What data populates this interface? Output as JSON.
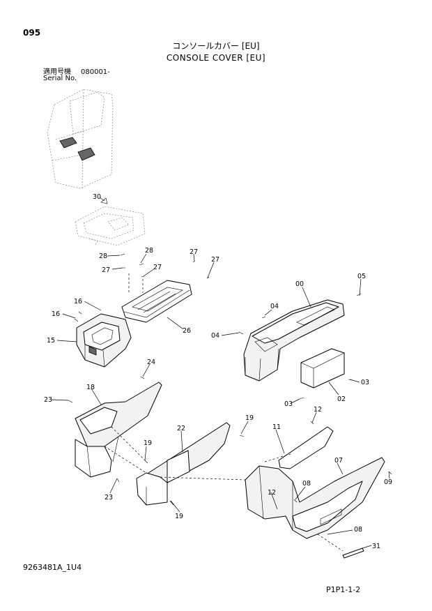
{
  "header": {
    "page_code": "095",
    "title_jp": "コンソールカバー [EU]",
    "title_en": "CONSOLE COVER [EU]",
    "serial_label_jp": "適用号機",
    "serial_value": "080001-",
    "serial_label_en": "Serial No."
  },
  "footer": {
    "drawing_number": "9263481A_1U4",
    "page_ref": "P1P1-1-2"
  },
  "callouts": {
    "c30": "30",
    "c28a": "28",
    "c28b": "28",
    "c27a": "27",
    "c27b": "27",
    "c27c": "27",
    "c27d": "27",
    "c16a": "16",
    "c16b": "16",
    "c15": "15",
    "c26": "26",
    "c00": "00",
    "c05": "05",
    "c04a": "04",
    "c04b": "04",
    "c03a": "03",
    "c03b": "03",
    "c02": "02",
    "c24": "24",
    "c18": "18",
    "c23a": "23",
    "c23b": "23",
    "c19a": "19",
    "c19b": "19",
    "c19c": "19",
    "c22": "22",
    "c12a": "12",
    "c12b": "12",
    "c11": "11",
    "c07": "07",
    "c09": "09",
    "c08a": "08",
    "c08b": "08",
    "c31": "31"
  }
}
